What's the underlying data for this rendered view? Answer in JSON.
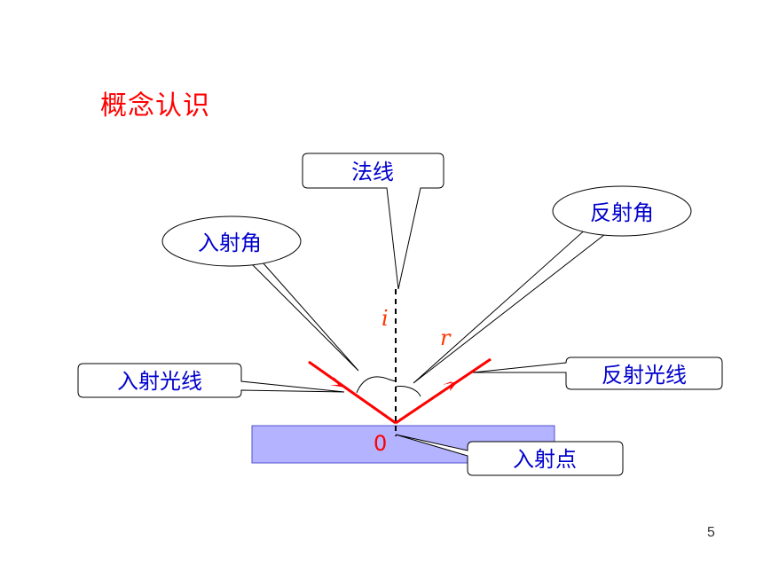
{
  "title": "概念认识",
  "labels": {
    "normal": "法线",
    "incident_angle": "入射角",
    "reflection_angle": "反射角",
    "incident_ray": "入射光线",
    "reflected_ray": "反射光线",
    "incident_point": "入射点"
  },
  "symbols": {
    "i": "i",
    "r": "r",
    "point": "0"
  },
  "page_number": "5",
  "colors": {
    "title": "#ff0000",
    "label_text": "#0000cc",
    "rays": "#ff0000",
    "surface_fill": "#b3b3ff",
    "surface_stroke": "#5050d0"
  }
}
